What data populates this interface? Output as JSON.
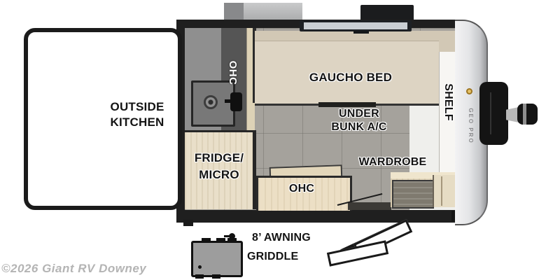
{
  "watermark": "©2026 Giant RV Downey",
  "colors": {
    "wall": "#1f1f1f",
    "floor": "#a5a29c",
    "bed": "#ddd4c3",
    "wood_cabinet": "#e9dfc9",
    "front_cap_silver": "#e4e5e7",
    "brand_gold": "#c9a247"
  },
  "exterior": {
    "outside_kitchen": {
      "line1": "OUTSIDE",
      "line2": "KITCHEN"
    },
    "awning_label": "8’ AWNING",
    "griddle_label": "GRIDDLE",
    "brand_label": "GEO PRO"
  },
  "interior": {
    "galley_ohc_label": "OHC",
    "gaucho_bed_label": "GAUCHO BED",
    "under_bunk_label": {
      "line1": "UNDER",
      "line2": "BUNK A/C"
    },
    "shelf_label": "SHELF",
    "wardrobe_label": "WARDROBE",
    "fridge_label": {
      "line1": "FRIDGE/",
      "line2": "MICRO"
    },
    "kitchen_ohc_label": "OHC"
  }
}
